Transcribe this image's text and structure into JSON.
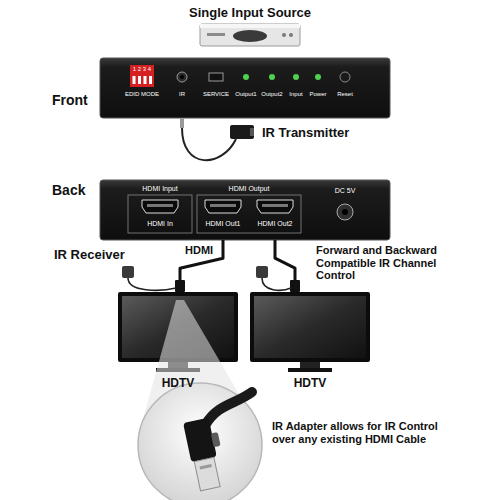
{
  "diagram": {
    "nodes": [
      {
        "text": [
          "Single Input Source"
        ]
      },
      {
        "text": [
          "1 2 3 4",
          "EDID MODE",
          "IR",
          "SERVICE",
          "Output1",
          "Output2",
          "Input",
          "Power",
          "Reset"
        ]
      },
      {
        "text": [
          "HDMI Input",
          "HDMI Output",
          "HDMI In",
          "HDMI Out1",
          "HDMI Out2",
          "DC 5V"
        ]
      },
      {
        "text": [
          "HDTV"
        ]
      },
      {
        "text": [
          "HDTV"
        ]
      }
    ],
    "edges": [
      {
        "from": 2,
        "to": 3,
        "label": "HDMI",
        "arrow": "none"
      },
      {
        "from": 2,
        "to": 4,
        "arrow": "none"
      }
    ],
    "labels": [
      "Front",
      "IR Transmitter",
      "Back",
      "IR Receiver",
      "Forward and Backward Compatible IR Channel Control",
      "IR Adapter allows for IR Control over any existing HDMI Cable"
    ]
  }
}
